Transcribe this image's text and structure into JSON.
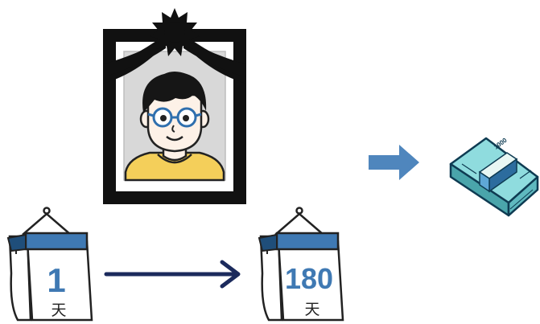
{
  "calendar_start": {
    "number": "1",
    "unit": "天"
  },
  "calendar_end": {
    "number": "180",
    "unit": "天"
  },
  "money_bundle": {
    "denomination": "1000"
  },
  "colors": {
    "ink": "#111111",
    "calendar_blue": "#3f79b3",
    "calendar_blue_dark": "#1f4e7a",
    "arrow_navy": "#1b2a5c",
    "arrow_steel": "#4f86bd",
    "shirt_yellow": "#f4cf5a",
    "skin": "#fdf1e7",
    "glasses_blue": "#2f6fae",
    "photo_grey": "#d8d8d8",
    "money_teal": "#7fd3d7"
  },
  "icons": [
    "memorial-portrait-icon",
    "calendar-icon",
    "long-arrow-right-icon",
    "arrow-right-icon",
    "money-bundle-icon"
  ]
}
